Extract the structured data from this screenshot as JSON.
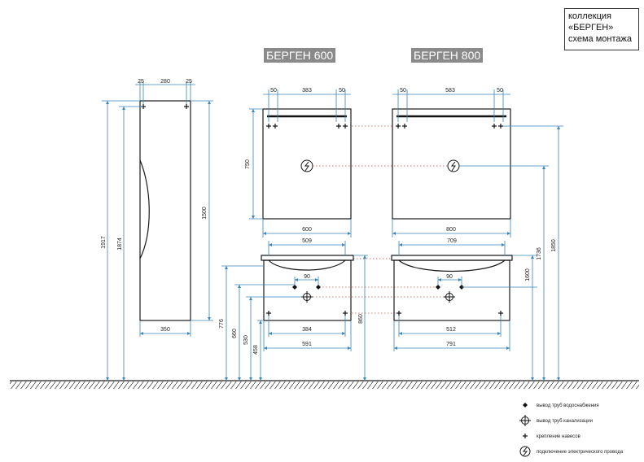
{
  "collection_box": {
    "line1": "коллекция",
    "line2": "«БЕРГЕН»",
    "line3": "схема монтажа"
  },
  "models": [
    {
      "title": "БЕРГЕН 600"
    },
    {
      "title": "БЕРГЕН 800"
    }
  ],
  "tall_cabinet": {
    "top_dims": [
      "25",
      "280",
      "25"
    ],
    "width": "350",
    "height_body": "1500",
    "height_top_mount": "1917",
    "height_lower_mount": "1874"
  },
  "mirror_600": {
    "top_dims": [
      "50",
      "383",
      "50"
    ],
    "height": "750",
    "width": "600"
  },
  "mirror_800": {
    "top_dims": [
      "50",
      "583",
      "50"
    ],
    "width": "800"
  },
  "vanity_600": {
    "top_width": "509",
    "hole_spacing": "90",
    "mount_spacing": "384",
    "width": "591",
    "heights": [
      "776",
      "660",
      "530",
      "458",
      "860"
    ]
  },
  "vanity_800": {
    "top_width": "709",
    "hole_spacing": "90",
    "mount_spacing": "512",
    "width": "791",
    "heights": [
      "1600",
      "1736",
      "1850"
    ]
  },
  "legend": [
    {
      "icon": "water-supply-icon",
      "label": "вывод труб водоснабжения"
    },
    {
      "icon": "sewer-outlet-icon",
      "label": "вывод труб канализации"
    },
    {
      "icon": "mount-cross-icon",
      "label": "крепление навесов"
    },
    {
      "icon": "electric-outlet-icon",
      "label": "подключение электрического провода"
    }
  ],
  "colors": {
    "dimension": "#3a86b8",
    "object": "#1a1a1a",
    "guide": "#d04a4a",
    "title_bg": "#8a8a8a"
  }
}
